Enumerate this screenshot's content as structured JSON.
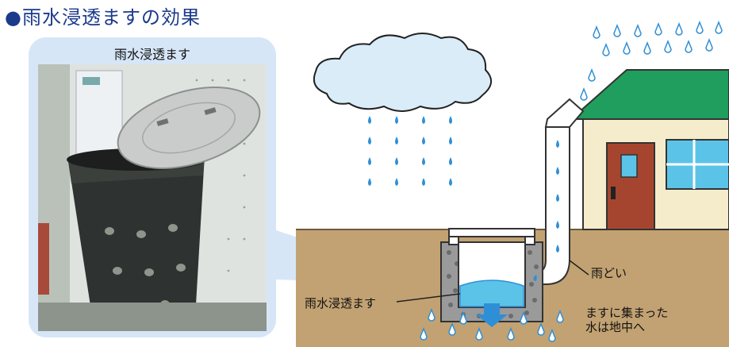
{
  "title": "●雨水浸透ますの効果",
  "photo": {
    "caption": "雨水浸透ます"
  },
  "diagram": {
    "labels": {
      "downspout": "雨どい",
      "infiltration_basin": "雨水浸透ます",
      "water_note_line1": "ますに集まった",
      "water_note_line2": "水は地中へ"
    }
  },
  "colors": {
    "title": "#1b3a8c",
    "panel_bg": "#d6e6f7",
    "rain_drop": "#2f8fd6",
    "cloud": "#d9ecf8",
    "ground": "#c2a272",
    "roof": "#1f9e5e",
    "wall": "#f4eccb",
    "door": "#a6452f",
    "window": "#5cc3e8"
  }
}
